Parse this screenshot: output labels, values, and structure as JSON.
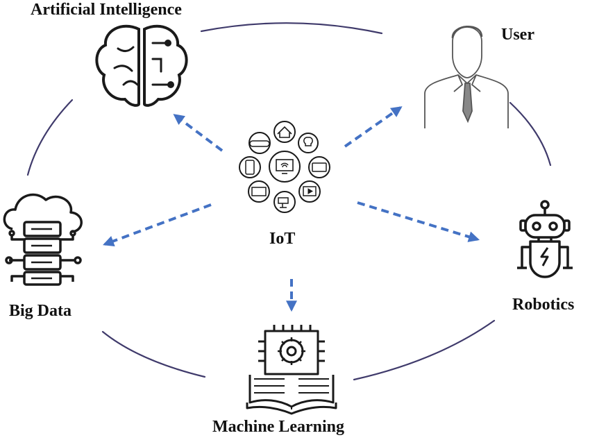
{
  "diagram": {
    "center": {
      "label": "IoT",
      "icon": "iot-devices-cluster-icon"
    },
    "nodes": [
      {
        "id": "ai",
        "label": "Artificial Intelligence",
        "icon": "brain-circuit-icon"
      },
      {
        "id": "user",
        "label": "User",
        "icon": "businessman-icon"
      },
      {
        "id": "robotics",
        "label": "Robotics",
        "icon": "robot-icon"
      },
      {
        "id": "ml",
        "label": "Machine Learning",
        "icon": "gear-chip-book-icon"
      },
      {
        "id": "bigdata",
        "label": "Big Data",
        "icon": "cloud-server-icon"
      }
    ],
    "colors": {
      "arrow": "#4472C4",
      "ring": "#3F3A6B",
      "icon": "#1A1A1A"
    }
  }
}
